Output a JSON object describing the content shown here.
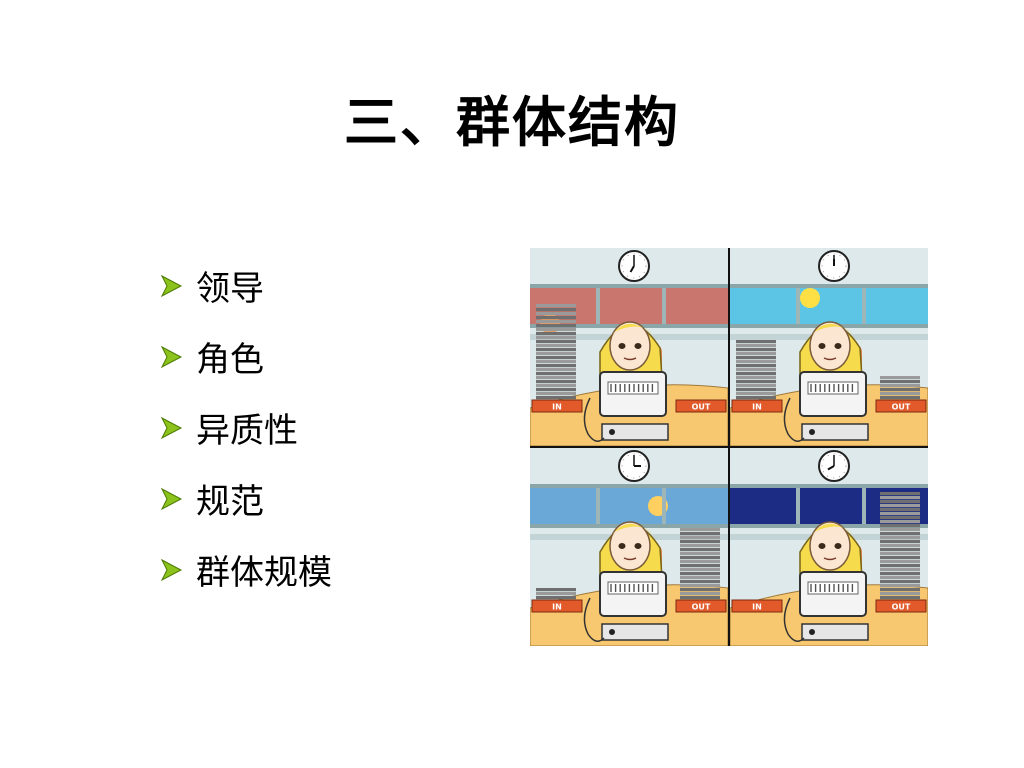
{
  "slide": {
    "title": "三、群体结构",
    "bullets": [
      {
        "label": "领导"
      },
      {
        "label": "角色"
      },
      {
        "label": "异质性"
      },
      {
        "label": "规范"
      },
      {
        "label": "群体规模"
      }
    ],
    "colors": {
      "bullet_arrow": "#8cc21c",
      "desk": "#f8c870",
      "tray": "#e25a2a",
      "hair": "#f6dc4c"
    },
    "illustration": {
      "in_label": "IN",
      "out_label": "OUT",
      "panels": [
        {
          "sky": "#c8766e",
          "sun": "#f0a060",
          "clock": "7:00",
          "in_pile": 8,
          "out_pile": 0
        },
        {
          "sky": "#5cc4e4",
          "sun": "#ffe044",
          "clock": "12:00",
          "in_pile": 5,
          "out_pile": 2
        },
        {
          "sky": "#6aa8d8",
          "sun": "#ffd060",
          "clock": "15:00",
          "in_pile": 1,
          "out_pile": 6
        },
        {
          "sky": "#1c2c84",
          "sun": "",
          "clock": "20:00",
          "in_pile": 0,
          "out_pile": 9
        }
      ]
    }
  }
}
